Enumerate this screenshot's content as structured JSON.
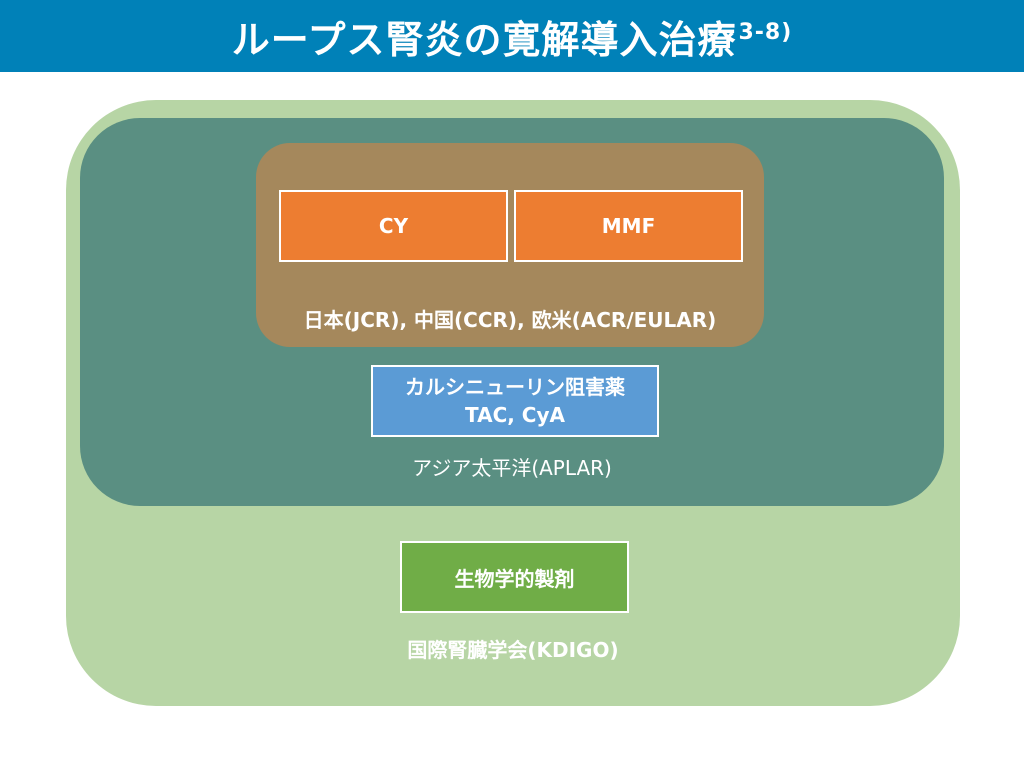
{
  "title": {
    "main": "ループス腎炎の寛解導入治療",
    "ref": "3-8)"
  },
  "colors": {
    "title_bar": "#0081b8",
    "outer_box": "#b7d5a5",
    "middle_box": "#5a8f82",
    "inner_box": "#a5885c",
    "cy_mmf": "#ed7d31",
    "calcineurin": "#5b9bd5",
    "biologics": "#70ad47"
  },
  "inner_group": {
    "drugs": [
      "CY",
      "MMF"
    ],
    "label": "日本(JCR), 中国(CCR), 欧米(ACR/EULAR)"
  },
  "middle_group": {
    "drug_line1": "カルシニューリン阻害薬",
    "drug_line2": "TAC, CyA",
    "label": "アジア太平洋(APLAR)"
  },
  "outer_group": {
    "drug": "生物学的製剤",
    "label": "国際腎臓学会(KDIGO)"
  }
}
